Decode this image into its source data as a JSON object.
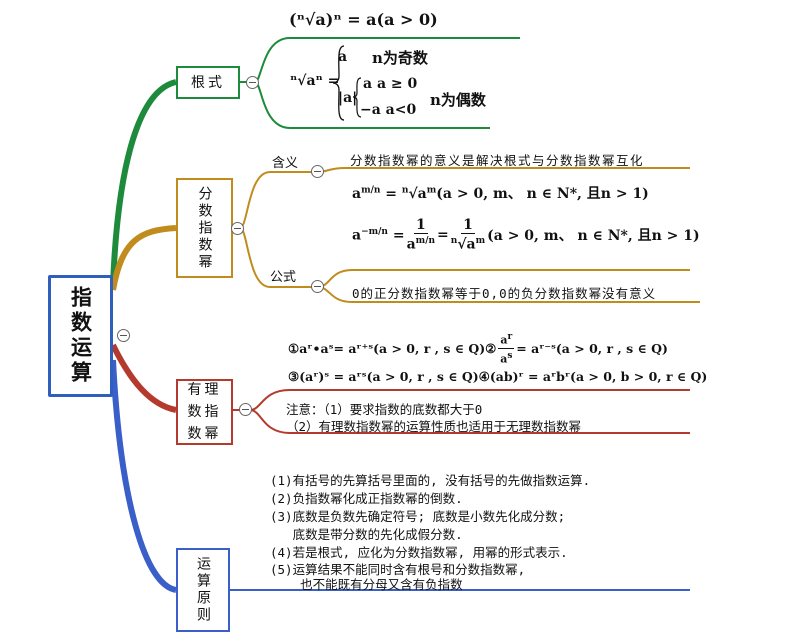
{
  "root": {
    "label": "指数运算"
  },
  "radical": {
    "label": "根式",
    "formula_top": "(ⁿ√a)ⁿ = a(a > 0)",
    "formula_lhs": "ⁿ√aⁿ =",
    "case_odd_value": "a",
    "case_odd_cond": "n为奇数",
    "abs_a": "|a|",
    "case_even_pos": "a   a ≥ 0",
    "case_even_neg": "−a  a<0",
    "case_even_cond": "n为偶数"
  },
  "fractional": {
    "label": "分数指数幂",
    "meaning_label": "含义",
    "meaning_text": "分数指数幂的意义是解决根式与分数指数幂互化",
    "formula_pos": "(a > 0, m、 n ∈ N*, 且n > 1)",
    "formula_neg": "(a > 0, m、 n ∈ N*, 且n > 1)",
    "formula_label": "公式",
    "zero_note": "0的正分数指数幂等于0,0的负分数指数幂没有意义"
  },
  "rational": {
    "label_line1": "有理",
    "label_line2": "数指",
    "label_line3": "数幂",
    "rule_1": "①aʳ•aˢ= aʳ⁺ˢ(a > 0, r , s ∈ Q)",
    "rule_2_prefix": "②",
    "rule_2_suffix": "= aʳ⁻ˢ(a > 0, r , s ∈ Q)",
    "rule_3": "③(aʳ)ˢ = aʳˢ(a > 0, r , s ∈ Q)",
    "rule_4": "④(ab)ʳ = aʳbʳ(a > 0, b > 0, r ∈ Q)",
    "note_1": "注意：（1）要求指数的底数都大于0",
    "note_2": "（2）有理数指数幂的运算性质也适用于无理数指数幂"
  },
  "principles": {
    "label": "运算原则",
    "lines": [
      "(1)有括号的先算括号里面的, 没有括号的先做指数运算.",
      "(2)负指数幂化成正指数幂的倒数.",
      "(3)底数是负数先确定符号; 底数是小数先化成分数;",
      "   底数是带分数的先化成假分数.",
      "(4)若是根式, 应化为分数指数幂, 用幂的形式表示.",
      "(5)运算结果不能同时含有根号和分数指数幂,",
      "    也不能既有分母又含有负指数"
    ]
  },
  "colors": {
    "green": "#1e8a3c",
    "gold": "#c08c1e",
    "red": "#b33a2c",
    "blue": "#3a5fc8"
  }
}
